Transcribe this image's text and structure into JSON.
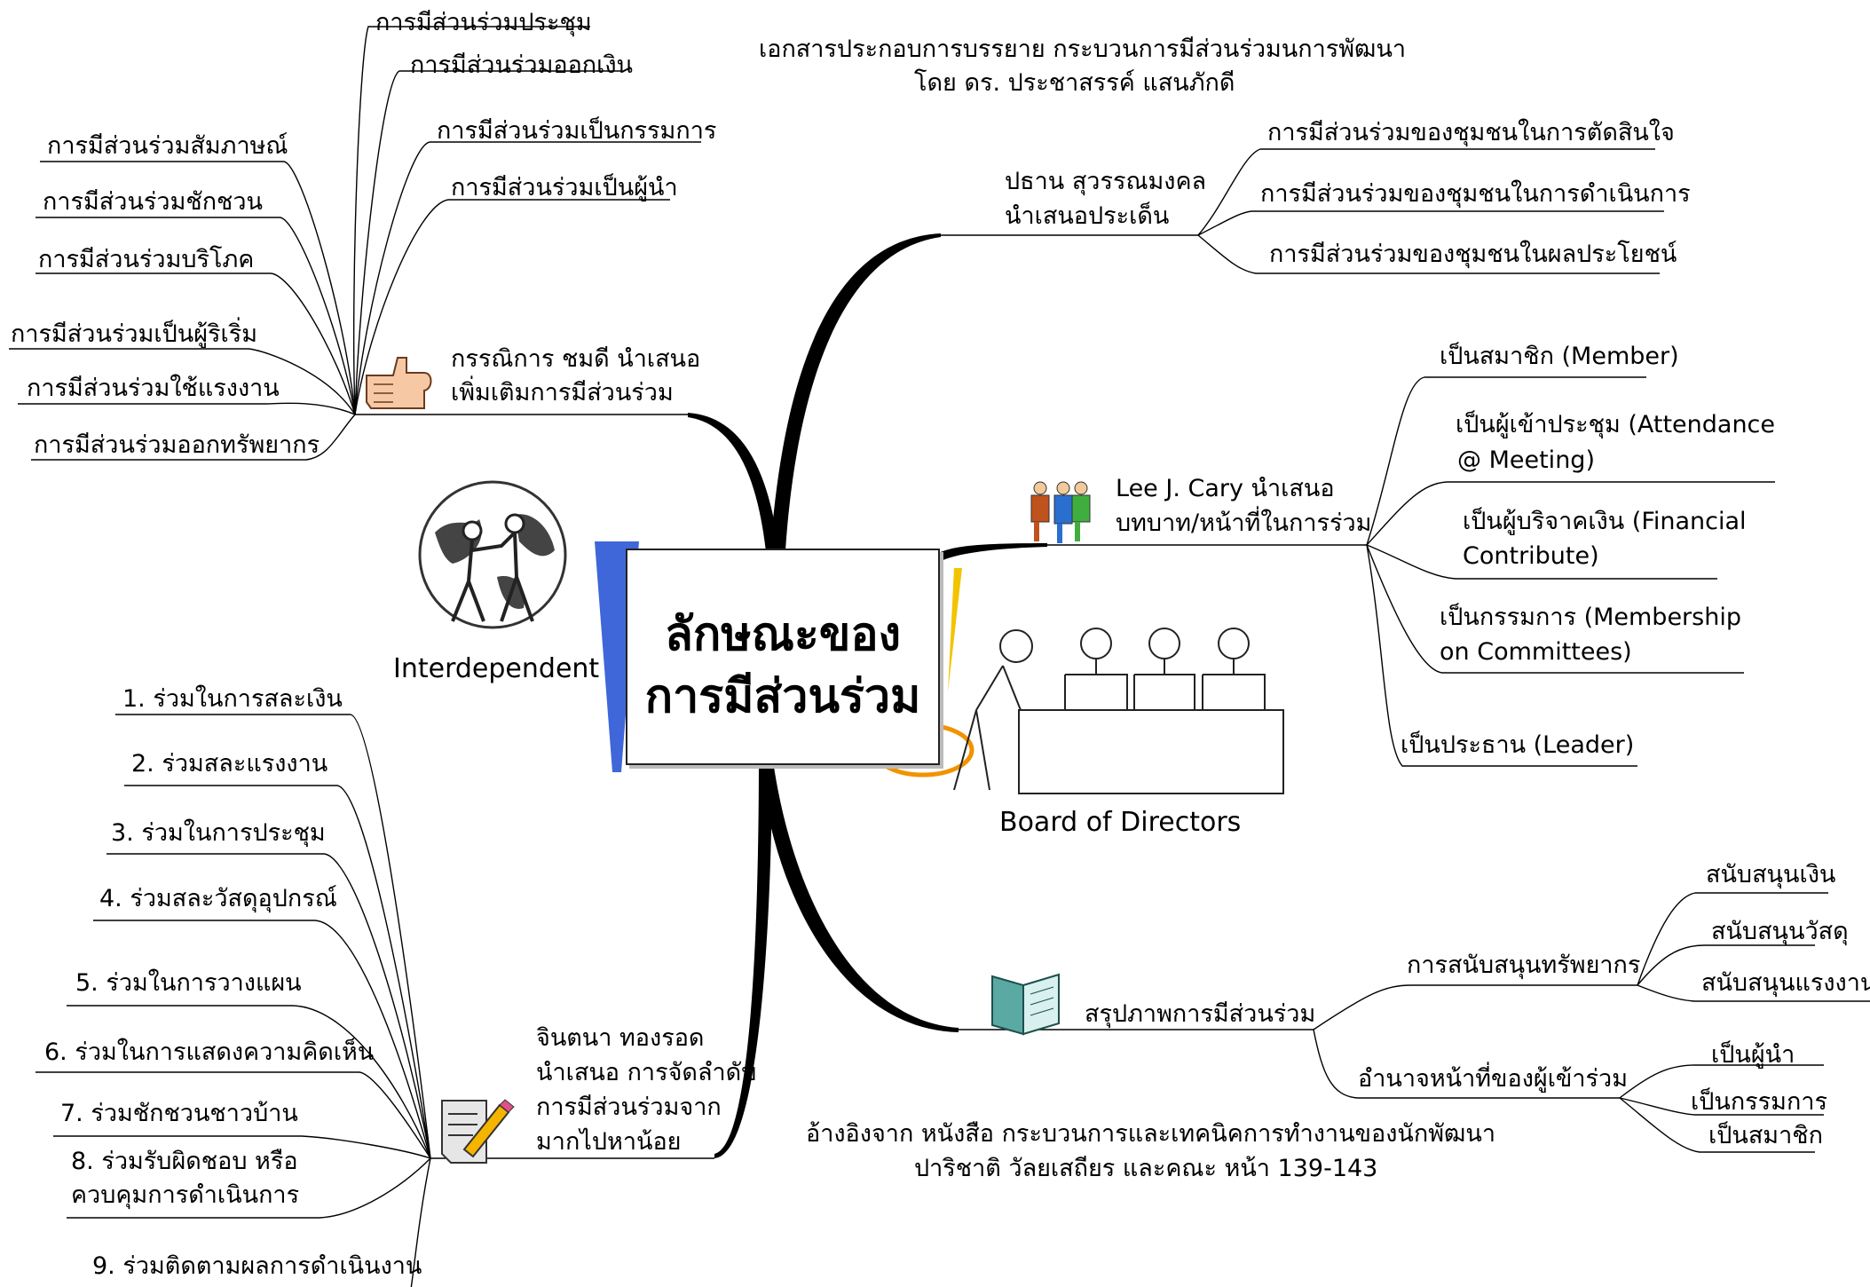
{
  "header": {
    "line1": "เอกสารประกอบการบรรยาย กระบวนการมีส่วนร่วมนการพัฒนา",
    "line2": "โดย ดร. ประชาสรรค์ แสนภักดี"
  },
  "center": {
    "line1": "ลักษณะของ",
    "line2": "การมีส่วนร่วม"
  },
  "images": {
    "interdependent": "Interdependent",
    "board": "Board of Directors"
  },
  "branch_kannika": {
    "line1": "กรรณิการ ชมดี นำเสนอ",
    "line2": "เพิ่มเติมการมีส่วนร่วม",
    "items": [
      "การมีส่วนร่วมประชุม",
      "การมีส่วนร่วมออกเงิน",
      "การมีส่วนร่วมเป็นกรรมการ",
      "การมีส่วนร่วมเป็นผู้นำ",
      "การมีส่วนร่วมสัมภาษณ์",
      "การมีส่วนร่วมชักชวน",
      "การมีส่วนร่วมบริโภค",
      "การมีส่วนร่วมเป็นผู้ริเริ่ม",
      "การมีส่วนร่วมใช้แรงงาน",
      "การมีส่วนร่วมออกทรัพยากร"
    ]
  },
  "branch_jintana": {
    "line1": "จินตนา ทองรอด",
    "line2": "นำเสนอ การจัดลำดับ",
    "line3": "การมีส่วนร่วมจาก",
    "line4": "มากไปหาน้อย",
    "items": [
      "1.  ร่วมในการสละเงิน",
      "2.  ร่วมสละแรงงาน",
      "3.  ร่วมในการประชุม",
      "4.  ร่วมสละวัสดุอุปกรณ์",
      "5.  ร่วมในการวางแผน",
      "6.  ร่วมในการแสดงความคิดเห็น",
      "7.  ร่วมชักชวนชาวบ้าน",
      "8.  ร่วมรับผิดชอบ หรือ",
      "ควบคุมการดำเนินการ",
      "9.  ร่วมติดตามผลการดำเนินงาน"
    ]
  },
  "branch_prathan": {
    "line1": "ปธาน สุวรรณมงคล",
    "line2": "นำเสนอประเด็น",
    "items": [
      "การมีส่วนร่วมของชุมชนในการตัดสินใจ",
      "การมีส่วนร่วมของชุมชนในการดำเนินการ",
      "การมีส่วนร่วมของชุมชนในผลประโยชน์"
    ]
  },
  "branch_cary": {
    "line1": "Lee J. Cary นำเสนอ",
    "line2": "บทบาท/หน้าที่ในการร่วม",
    "items": [
      "เป็นสมาชิก (Member)",
      "เป็นผู้เข้าประชุม (Attendance",
      "@ Meeting)",
      "เป็นผู้บริจาคเงิน (Financial",
      "Contribute)",
      "เป็นกรรมการ (Membership",
      "on Committees)",
      "เป็นประธาน (Leader)"
    ]
  },
  "branch_summary": {
    "label": "สรุปภาพการมีส่วนร่วม",
    "resources": {
      "label": "การสนับสนุนทรัพยากร",
      "items": [
        "สนับสนุนเงิน",
        "สนับสนุนวัสดุ",
        "สนับสนุนแรงงาน"
      ]
    },
    "authority": {
      "label": "อำนาจหน้าที่ของผู้เข้าร่วม",
      "items": [
        "เป็นผู้นำ",
        "เป็นกรรมการ",
        "เป็นสมาชิก"
      ]
    }
  },
  "reference": {
    "line1": "อ้างอิงจาก หนังสือ กระบวนการและเทคนิคการทำงานของนักพัฒนา",
    "line2": "ปาริชาติ วัลยเสถียร และคณะ หน้า 139-143"
  }
}
